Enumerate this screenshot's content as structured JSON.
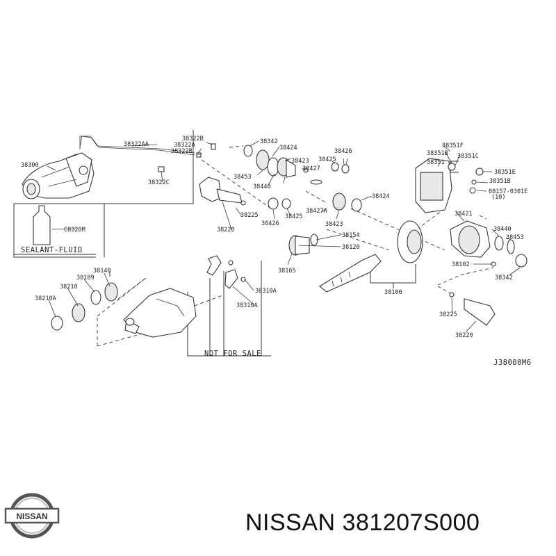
{
  "diagram": {
    "labels": {
      "l38300": "38300",
      "l38322AA": "38322AA",
      "l38322B": "38322B",
      "l38322A": "38322A",
      "l38322B2": "38322B",
      "l38322C": "38322C",
      "l38342": "38342",
      "l38424a": "38424",
      "l38426a": "38426",
      "l38423a": "38423",
      "l38425a": "38425",
      "l38453a": "38453",
      "l38427": "38427",
      "l38440a": "38440",
      "l38424b": "38424",
      "l38427A": "38427A",
      "l38225a": "38225",
      "l38426b": "38426",
      "l38425b": "38425",
      "l38423b": "38423",
      "l38220a": "38220",
      "l38351F": "38351F",
      "l38351B": "38351B",
      "l38351C": "38351C",
      "l38351": "38351",
      "l38351E": "38351E",
      "l38351B2": "38351B",
      "l08157": "08157-0301E",
      "l10": "(10)",
      "l38421": "38421",
      "l38440b": "38440",
      "l38453b": "38453",
      "l38102": "38102",
      "l38342b": "38342",
      "lC8320M": "C8320M",
      "l38154": "38154",
      "l38120": "38120",
      "l38165": "38165",
      "l38100": "38100",
      "l38140": "38140",
      "l38189": "38189",
      "l38210": "38210",
      "l38210A": "38210A",
      "l38310A": "38310A",
      "l38310A2": "38310A",
      "l38225b": "38225",
      "l38220b": "38220"
    },
    "sealant_label": "SEALANT-FLUID",
    "not_for_sale": "NOT FOR SALE",
    "diagram_code": "J38000M6"
  },
  "brand": {
    "logo_text": "NISSAN",
    "part_caption": "NISSAN 381207S000"
  }
}
